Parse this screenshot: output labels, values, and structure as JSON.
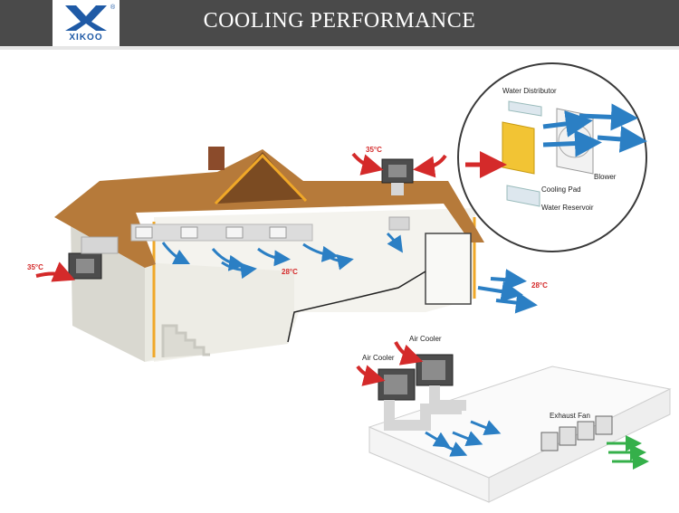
{
  "header": {
    "title": "COOLING PERFORMANCE",
    "logo_text": "XIKOO",
    "logo_mark": "®"
  },
  "house": {
    "outside_temp_left": "35°C",
    "outside_temp_top": "35°C",
    "inside_temp": "28°C",
    "outlet_temp_right": "28°C"
  },
  "detail_circle": {
    "water_distributor": "Water Distributor",
    "blower": "Blower",
    "cooling_pad": "Cooling Pad",
    "water_reservoir": "Water Reservoir"
  },
  "warehouse": {
    "air_cooler_1": "Air Cooler",
    "air_cooler_2": "Air Cooler",
    "exhaust_fan": "Exhaust Fan"
  },
  "colors": {
    "header_bg": "#4a4a4a",
    "brand_blue": "#1f5aa6",
    "roof_brown": "#b67a3a",
    "hot_red": "#d42a2a",
    "cool_blue": "#2b7fc4",
    "exhaust_green": "#35b04a"
  }
}
